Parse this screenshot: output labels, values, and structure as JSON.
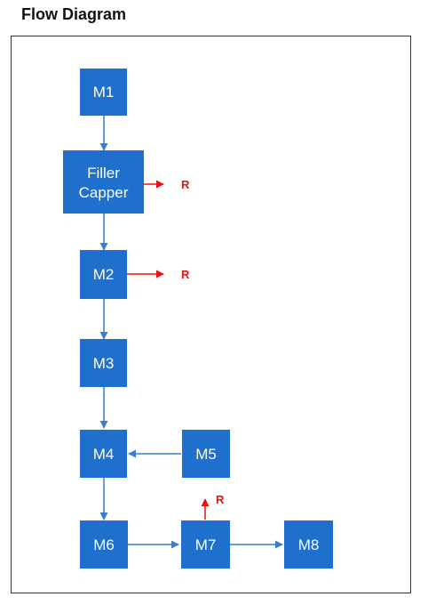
{
  "title": "Flow Diagram",
  "colors": {
    "node": "#1f6fcc",
    "flow_arrow": "#3a7ccd",
    "reject_arrow": "#ee1111",
    "frame": "#333333"
  },
  "nodes": {
    "m1": "M1",
    "filler_capper": [
      "Filler",
      "Capper"
    ],
    "m2": "M2",
    "m3": "M3",
    "m4": "M4",
    "m5": "M5",
    "m6": "M6",
    "m7": "M7",
    "m8": "M8"
  },
  "rejects": {
    "filler_capper": "R",
    "m2": "R",
    "m7": "R"
  },
  "edges": [
    [
      "M1",
      "Filler Capper"
    ],
    [
      "Filler Capper",
      "M2"
    ],
    [
      "M2",
      "M3"
    ],
    [
      "M3",
      "M4"
    ],
    [
      "M5",
      "M4"
    ],
    [
      "M4",
      "M6"
    ],
    [
      "M6",
      "M7"
    ],
    [
      "M7",
      "M8"
    ]
  ]
}
